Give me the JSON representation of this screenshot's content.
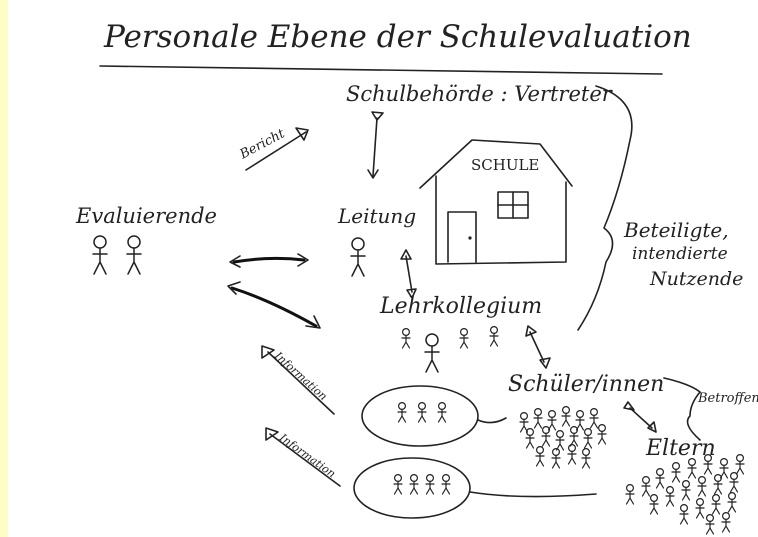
{
  "title": "Personale Ebene der Schulevaluation",
  "labels": {
    "schulbehoerde": "Schulbehörde : Vertreter",
    "bericht": "Bericht",
    "schule": "SCHULE",
    "evaluierende": "Evaluierende",
    "leitung": "Leitung",
    "beteiligte": "Beteiligte,",
    "intendierte": "intendierte",
    "nutzende": "Nutzende",
    "lehrkollegium": "Lehrkollegium",
    "information1": "Information",
    "information2": "Information",
    "schuelerinnen": "Schüler/innen",
    "betroffene": "Betroffene",
    "eltern": "Eltern"
  },
  "colors": {
    "background": "#fdfdc8",
    "paper": "#ffffff",
    "ink": "#222222"
  }
}
